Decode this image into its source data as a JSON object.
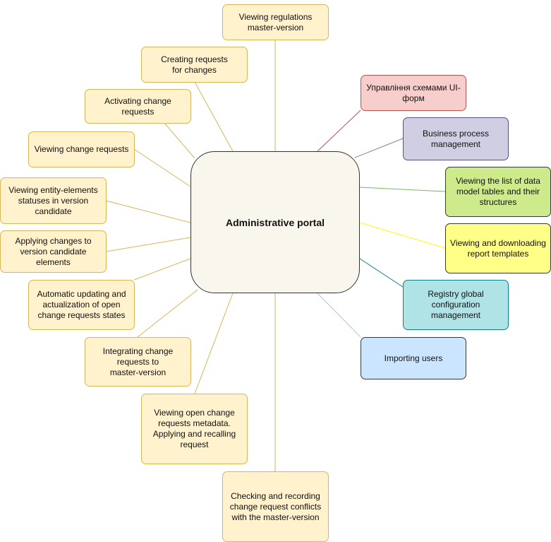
{
  "center": {
    "label": "Administrative portal"
  },
  "left_nodes": [
    {
      "id": "viewing-regulations",
      "label": "Viewing regulations\nmaster-version"
    },
    {
      "id": "creating-requests",
      "label": "Creating requests\nfor changes"
    },
    {
      "id": "activating-change",
      "label": "Activating change\nrequests"
    },
    {
      "id": "viewing-change-requests",
      "label": "Viewing change requests"
    },
    {
      "id": "viewing-entity-elements",
      "label": "Viewing entity-elements\nstatuses in version\ncandidate"
    },
    {
      "id": "applying-changes",
      "label": "Applying changes to\nversion candidate\nelements"
    },
    {
      "id": "automatic-updating",
      "label": "Automatic updating and\nactualization of open\nchange requests states"
    },
    {
      "id": "integrating-change",
      "label": "Integrating change\nrequests to\nmaster-version"
    },
    {
      "id": "viewing-open-change",
      "label": "Viewing open change\nrequests metadata.\nApplying and recalling\nrequest"
    },
    {
      "id": "checking-recording",
      "label": "Checking and recording\nchange request conflicts\nwith the master-version"
    }
  ],
  "right_nodes": [
    {
      "id": "ui-forms",
      "label": "Управління схемами UI-\nформ",
      "fill": "#f8cecc",
      "stroke": "#b85450",
      "line": "#b85450"
    },
    {
      "id": "business-process",
      "label": "Business process\nmanagement",
      "fill": "#d0cee2",
      "stroke": "#56517e",
      "line": "#9673a6"
    },
    {
      "id": "data-model-tables",
      "label": "Viewing the list of data\nmodel tables and their\nstructures",
      "fill": "#cdeb8b",
      "stroke": "#36393d",
      "line": "#82b366"
    },
    {
      "id": "report-templates",
      "label": "Viewing and downloading\nreport templates",
      "fill": "#ffff88",
      "stroke": "#36393d",
      "line": "#ffff00"
    },
    {
      "id": "registry-config",
      "label": "Registry global\nconfiguration management",
      "fill": "#b0e3e6",
      "stroke": "#0e8088",
      "line": "#0e8088"
    },
    {
      "id": "importing-users",
      "label": "Importing users",
      "fill": "#cce5ff",
      "stroke": "#36393d",
      "line": "#a9c4eb"
    }
  ],
  "colors": {
    "yellow_line": "#d6b656",
    "yellow_fill": "#fff2cc",
    "center_fill": "#f9f7ed",
    "center_stroke": "#333333"
  }
}
